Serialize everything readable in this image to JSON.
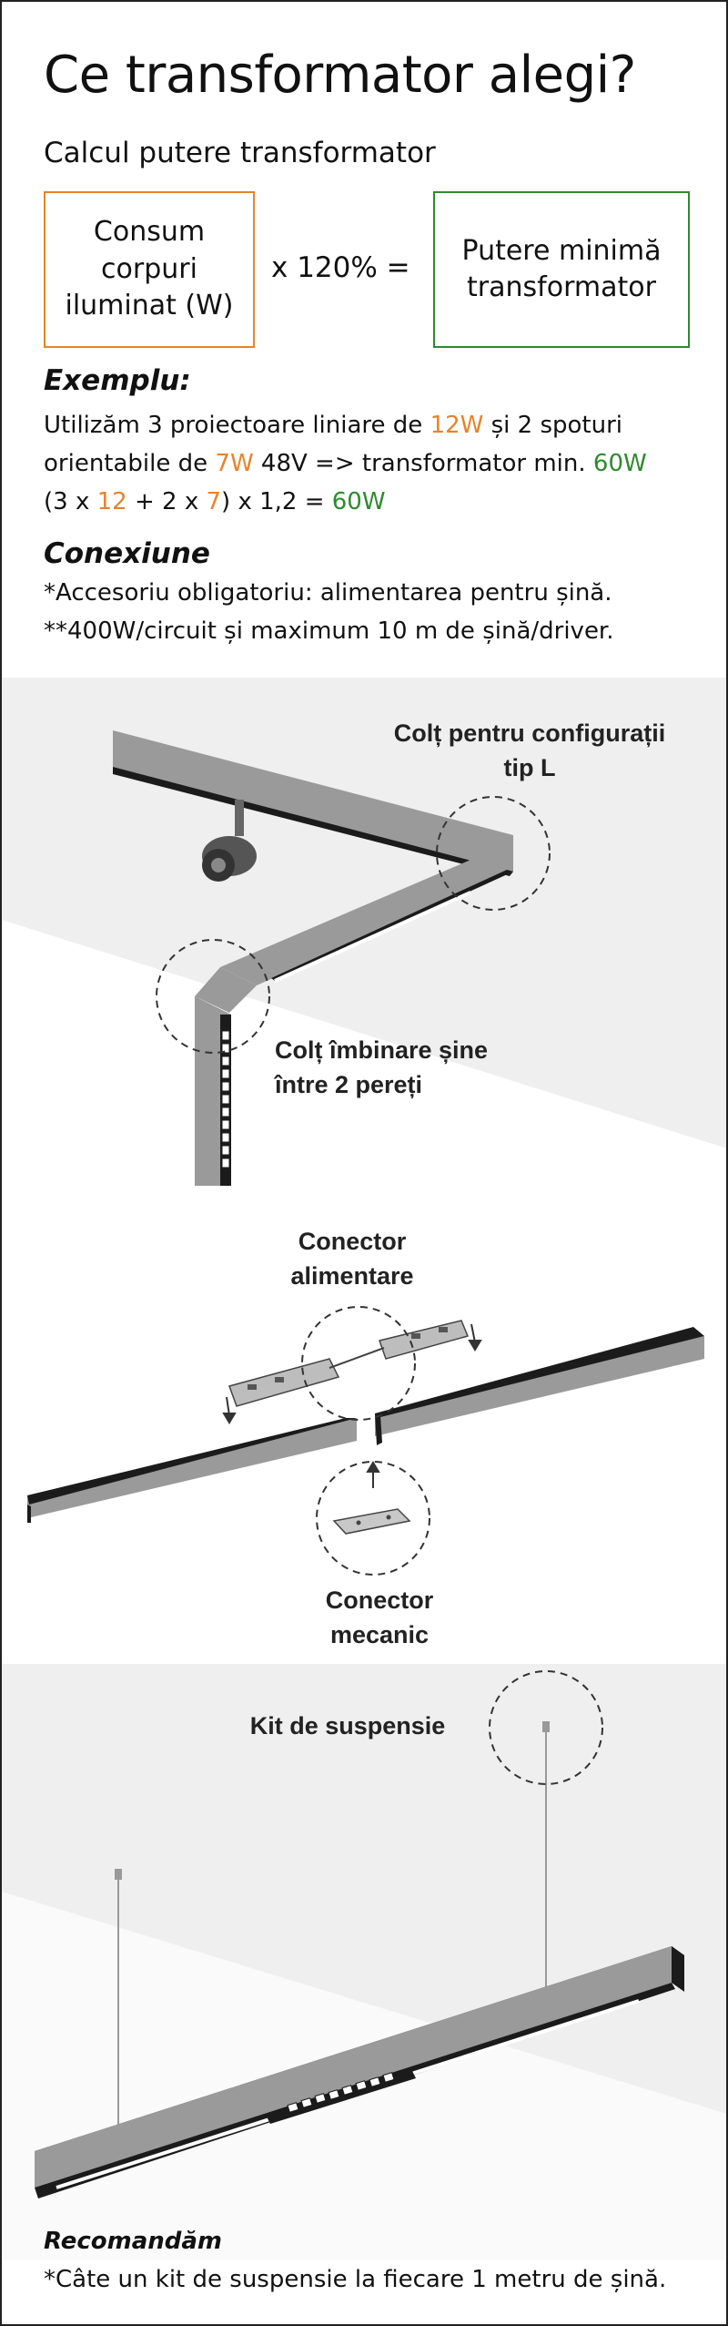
{
  "header": {
    "title": "Ce transformator alegi?",
    "subtitle": "Calcul putere transformator"
  },
  "formula": {
    "box_left": "Consum corpuri iluminat (W)",
    "operator": "x 120% =",
    "box_right": "Putere minimă transformator"
  },
  "example": {
    "heading": "Exemplu:",
    "line1_a": "Utilizăm 3 proiectoare liniare de ",
    "line1_b": "12W",
    "line1_c": " și 2 spoturi",
    "line2_a": "orientabile de ",
    "line2_b": "7W",
    "line2_c": " 48V => transformator min. ",
    "line2_d": "60W",
    "line3_a": "(3 x ",
    "line3_b": "12",
    "line3_c": " + 2 x ",
    "line3_d": "7",
    "line3_e": ") x 1,2 = ",
    "line3_f": "60W"
  },
  "connection": {
    "heading": "Conexiune",
    "note1": "*Accesoriu obligatoriu: alimentarea pentru șină.",
    "note2": "**400W/circuit și maximum 10 m de șină/driver."
  },
  "illustration": {
    "label_corner_l": "Colț pentru configurații tip L",
    "label_corner_wall": "Colț îmbinare șine între 2 pereți",
    "label_power_connector": "Conector alimentare",
    "label_mech_connector": "Conector mecanic",
    "label_suspension": "Kit de suspensie"
  },
  "recommendation": {
    "heading": "Recomandăm",
    "text": "*Câte un kit de suspensie la fiecare 1 metru de șină."
  },
  "colors": {
    "orange": "#e8832a",
    "green": "#2f8a2f",
    "rail_gray": "#9a9a9a",
    "rail_dark": "#1b1b1b",
    "background_band": "#efefef"
  }
}
